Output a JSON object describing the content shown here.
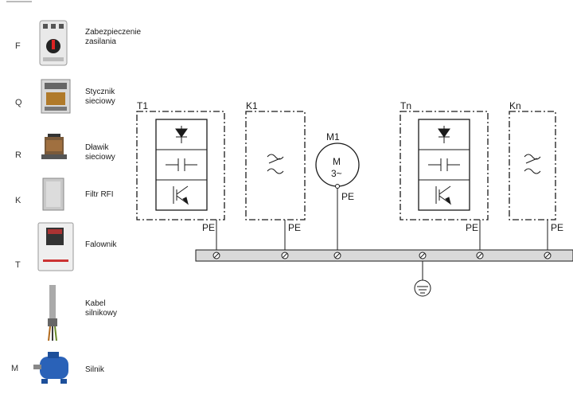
{
  "legend": [
    {
      "letter": "F",
      "label": "Zabezpieczenie\nzasilania",
      "icon": "circuit-breaker-photo"
    },
    {
      "letter": "Q",
      "label": "Stycznik\nsieciowy",
      "icon": "contactor-photo"
    },
    {
      "letter": "R",
      "label": "Dławik\nsieciowy",
      "icon": "line-reactor-photo"
    },
    {
      "letter": "K",
      "label": "Filtr RFI",
      "icon": "rfi-filter-photo"
    },
    {
      "letter": "T",
      "label": "Falownik",
      "icon": "frequency-inverter-photo"
    },
    {
      "letter": "",
      "label": "Kabel\nsilnikowy",
      "icon": "motor-cable-photo"
    },
    {
      "letter": "M",
      "label": "Silnik",
      "icon": "electric-motor-photo"
    }
  ],
  "diagram": {
    "inverter_1": "T1",
    "filter_1": "K1",
    "motor": {
      "name": "M1",
      "symbol": "M",
      "phases": "3~"
    },
    "inverter_n": "Tn",
    "filter_n": "Kn",
    "pe_label": "PE"
  },
  "colors": {
    "bus_fill": "#d9d9d9",
    "line": "#1a1a1a",
    "motor_blue": "#2a62b8"
  }
}
